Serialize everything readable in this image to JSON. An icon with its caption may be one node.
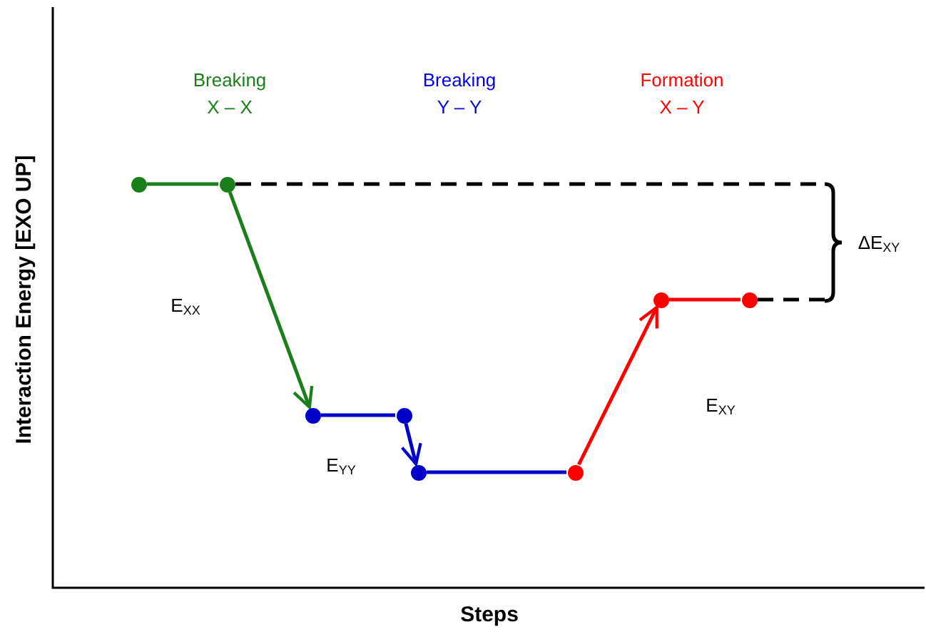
{
  "diagram": {
    "nodes": [
      {
        "text": [],
        "shape": "circle"
      },
      {
        "text": [],
        "shape": "circle"
      },
      {
        "text": [],
        "shape": "circle"
      },
      {
        "text": [],
        "shape": "circle"
      },
      {
        "text": [],
        "shape": "circle"
      },
      {
        "text": [],
        "shape": "circle"
      },
      {
        "text": [],
        "shape": "circle"
      },
      {
        "text": [],
        "shape": "circle"
      },
      {
        "text": [],
        "shape": "bracket"
      }
    ],
    "edges": [
      {
        "from": 0,
        "to": 1,
        "arrow": "none",
        "color": "#1a7f1a"
      },
      {
        "from": 1,
        "to": 2,
        "arrow": "to",
        "color": "#1a7f1a"
      },
      {
        "from": 2,
        "to": 3,
        "arrow": "none",
        "color": "#0000c8"
      },
      {
        "from": 3,
        "to": 4,
        "arrow": "to",
        "color": "#0000c8"
      },
      {
        "from": 4,
        "to": 5,
        "arrow": "none",
        "color": "#0000c8"
      },
      {
        "from": 5,
        "to": 6,
        "arrow": "to",
        "color": "#ff0000"
      },
      {
        "from": 6,
        "to": 7,
        "arrow": "none",
        "color": "#ff0000"
      },
      {
        "from": 1,
        "to": 8,
        "arrow": "none",
        "style": "dashed",
        "color": "#000000"
      },
      {
        "from": 7,
        "to": 8,
        "arrow": "none",
        "style": "dashed",
        "color": "#000000"
      }
    ],
    "labels": [
      "Breaking",
      "X – X",
      "Breaking",
      "Y – Y",
      "Formation",
      "X – Y",
      "E$_{XX}$",
      "E$_{YY}$",
      "E$_{XY}$",
      "ΔE$_{XY}$",
      "Interaction Energy [EXO UP]",
      "Steps"
    ]
  }
}
